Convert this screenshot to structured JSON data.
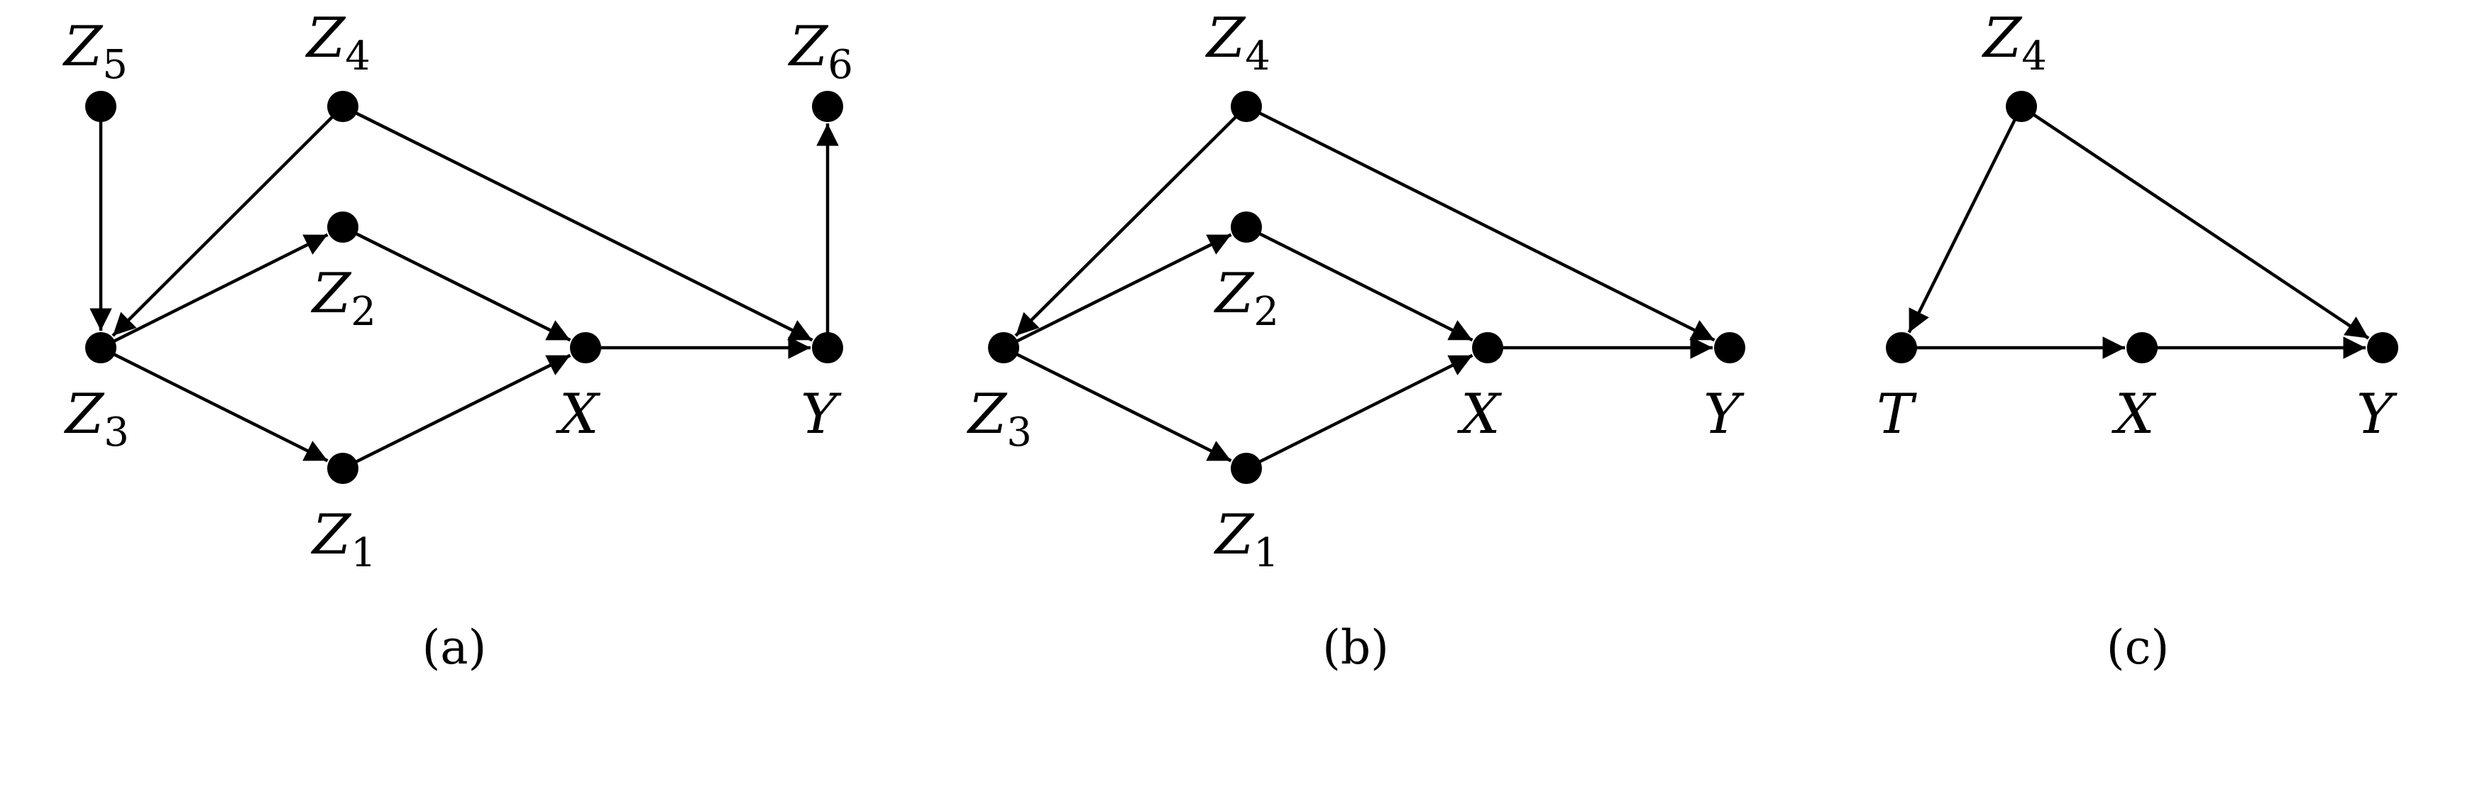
{
  "colors": {
    "ink": "#000000",
    "background": "#ffffff"
  },
  "panels": [
    {
      "caption": "(a)",
      "nodes": [
        {
          "id": "Z5",
          "label": "Z",
          "sub": "5"
        },
        {
          "id": "Z4",
          "label": "Z",
          "sub": "4"
        },
        {
          "id": "Z6",
          "label": "Z",
          "sub": "6"
        },
        {
          "id": "Z2",
          "label": "Z",
          "sub": "2"
        },
        {
          "id": "Z3",
          "label": "Z",
          "sub": "3"
        },
        {
          "id": "X",
          "label": "X",
          "sub": ""
        },
        {
          "id": "Y",
          "label": "Y",
          "sub": ""
        },
        {
          "id": "Z1",
          "label": "Z",
          "sub": "1"
        }
      ],
      "edges": [
        {
          "from": "Z5",
          "to": "Z3"
        },
        {
          "from": "Z4",
          "to": "Z3"
        },
        {
          "from": "Z4",
          "to": "Y"
        },
        {
          "from": "Z3",
          "to": "Z2"
        },
        {
          "from": "Z3",
          "to": "Z1"
        },
        {
          "from": "Z2",
          "to": "X"
        },
        {
          "from": "Z1",
          "to": "X"
        },
        {
          "from": "X",
          "to": "Y"
        },
        {
          "from": "Y",
          "to": "Z6"
        }
      ]
    },
    {
      "caption": "(b)",
      "nodes": [
        {
          "id": "Z4",
          "label": "Z",
          "sub": "4"
        },
        {
          "id": "Z2",
          "label": "Z",
          "sub": "2"
        },
        {
          "id": "Z3",
          "label": "Z",
          "sub": "3"
        },
        {
          "id": "X",
          "label": "X",
          "sub": ""
        },
        {
          "id": "Y",
          "label": "Y",
          "sub": ""
        },
        {
          "id": "Z1",
          "label": "Z",
          "sub": "1"
        }
      ],
      "edges": [
        {
          "from": "Z4",
          "to": "Z3"
        },
        {
          "from": "Z4",
          "to": "Y"
        },
        {
          "from": "Z3",
          "to": "Z2"
        },
        {
          "from": "Z3",
          "to": "Z1"
        },
        {
          "from": "Z2",
          "to": "X"
        },
        {
          "from": "Z1",
          "to": "X"
        },
        {
          "from": "X",
          "to": "Y"
        }
      ]
    },
    {
      "caption": "(c)",
      "nodes": [
        {
          "id": "Z4",
          "label": "Z",
          "sub": "4"
        },
        {
          "id": "T",
          "label": "T",
          "sub": ""
        },
        {
          "id": "X",
          "label": "X",
          "sub": ""
        },
        {
          "id": "Y",
          "label": "Y",
          "sub": ""
        }
      ],
      "edges": [
        {
          "from": "Z4",
          "to": "T"
        },
        {
          "from": "Z4",
          "to": "Y"
        },
        {
          "from": "T",
          "to": "X"
        },
        {
          "from": "X",
          "to": "Y"
        }
      ]
    }
  ]
}
